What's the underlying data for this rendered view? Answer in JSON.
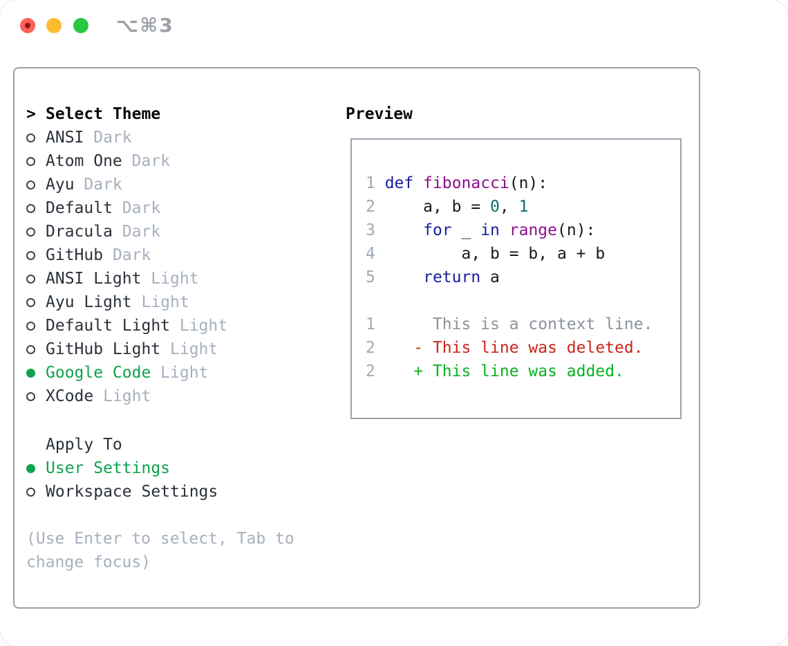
{
  "window": {
    "shortcut": "⌥⌘3",
    "traffic_lights": [
      "close",
      "minimize",
      "zoom"
    ]
  },
  "theme_panel": {
    "header_prefix": ">",
    "header": "Select Theme",
    "themes": [
      {
        "name": "ANSI",
        "variant": "Dark",
        "selected": false
      },
      {
        "name": "Atom One",
        "variant": "Dark",
        "selected": false
      },
      {
        "name": "Ayu",
        "variant": "Dark",
        "selected": false
      },
      {
        "name": "Default",
        "variant": "Dark",
        "selected": false
      },
      {
        "name": "Dracula",
        "variant": "Dark",
        "selected": false
      },
      {
        "name": "GitHub",
        "variant": "Dark",
        "selected": false
      },
      {
        "name": "ANSI Light",
        "variant": "Light",
        "selected": false
      },
      {
        "name": "Ayu Light",
        "variant": "Light",
        "selected": false
      },
      {
        "name": "Default Light",
        "variant": "Light",
        "selected": false
      },
      {
        "name": "GitHub Light",
        "variant": "Light",
        "selected": false
      },
      {
        "name": "Google Code",
        "variant": "Light",
        "selected": true
      },
      {
        "name": "XCode",
        "variant": "Light",
        "selected": false
      }
    ],
    "apply_to": {
      "header": "Apply To",
      "options": [
        {
          "label": "User Settings",
          "selected": true
        },
        {
          "label": "Workspace Settings",
          "selected": false
        }
      ]
    },
    "hint_line1": "(Use Enter to select, Tab to",
    "hint_line2": "change focus)"
  },
  "preview": {
    "title": "Preview",
    "lines": [
      {
        "tokens": [
          {
            "t": "num",
            "s": "1 "
          },
          {
            "t": "kwd",
            "s": "def"
          },
          {
            "t": "pln",
            "s": " "
          },
          {
            "t": "fn",
            "s": "fibonacci"
          },
          {
            "t": "pln",
            "s": "(n):"
          }
        ]
      },
      {
        "tokens": [
          {
            "t": "num",
            "s": "2 "
          },
          {
            "t": "pln",
            "s": "    a, b = "
          },
          {
            "t": "lit",
            "s": "0"
          },
          {
            "t": "pln",
            "s": ", "
          },
          {
            "t": "lit",
            "s": "1"
          }
        ]
      },
      {
        "tokens": [
          {
            "t": "num",
            "s": "3 "
          },
          {
            "t": "pln",
            "s": "    "
          },
          {
            "t": "kwd",
            "s": "for"
          },
          {
            "t": "pln",
            "s": " _ "
          },
          {
            "t": "kwd",
            "s": "in"
          },
          {
            "t": "pln",
            "s": " "
          },
          {
            "t": "fn",
            "s": "range"
          },
          {
            "t": "pln",
            "s": "(n):"
          }
        ]
      },
      {
        "tokens": [
          {
            "t": "num",
            "s": "4 "
          },
          {
            "t": "pln",
            "s": "        a, b = b, a + b"
          }
        ]
      },
      {
        "tokens": [
          {
            "t": "num",
            "s": "5 "
          },
          {
            "t": "pln",
            "s": "    "
          },
          {
            "t": "kwd",
            "s": "return"
          },
          {
            "t": "pln",
            "s": " a"
          }
        ]
      },
      {
        "tokens": []
      },
      {
        "tokens": [
          {
            "t": "num",
            "s": "1"
          },
          {
            "t": "ctx",
            "s": "      This is a context line."
          }
        ]
      },
      {
        "tokens": [
          {
            "t": "num",
            "s": "2"
          },
          {
            "t": "del",
            "s": "    - This line was deleted."
          }
        ]
      },
      {
        "tokens": [
          {
            "t": "num",
            "s": "2"
          },
          {
            "t": "add",
            "s": "    + This line was added."
          }
        ]
      }
    ]
  },
  "colors": {
    "ui_text": "#2b313a",
    "muted": "#a6b0bd",
    "border": "#99a2ad",
    "selected_green": "#0fa24c",
    "keyword_blue": "#191d9f",
    "function_purple": "#8d0f8d",
    "literal_teal": "#0c6f6f",
    "line_number_gray": "#9ea8b4",
    "context_gray": "#8b929b",
    "deleted_red": "#cb2417",
    "added_green": "#07b41f",
    "traffic_red": "#fe5f57",
    "traffic_yellow": "#febb2e",
    "traffic_green": "#27c83f"
  }
}
